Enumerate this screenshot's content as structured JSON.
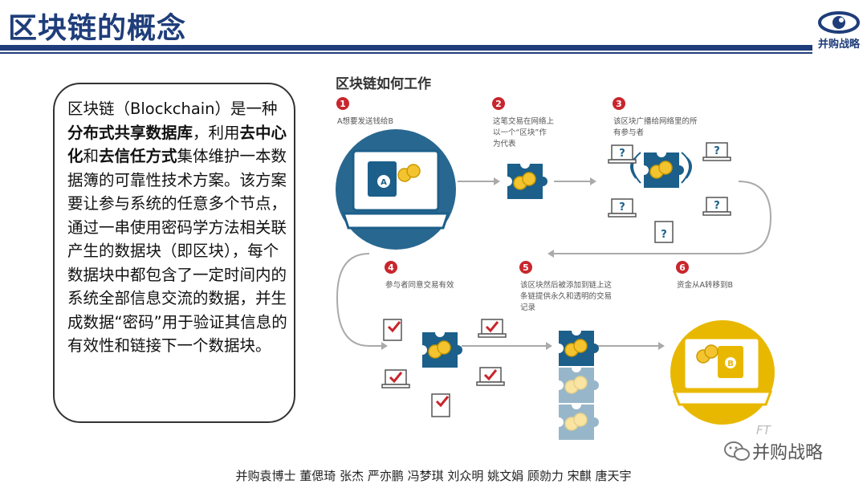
{
  "title": "区块链的概念",
  "logo": {
    "text": "并购战略",
    "icon": "eye-logo-icon"
  },
  "description": {
    "p1": "区块链（Blockchain）是一种",
    "b1": "分布式共享数据库",
    "p2": "，利用",
    "b2": "去中心化",
    "p3": "和",
    "b3": "去信任方式",
    "p4": "集体维护一本数据簿的可靠性技术方案。该方案要让参与系统的任意多个节点，通过一串使用密码学方法相关联产生的数据块（即区块），每个数据块中都包含了一定时间内的系统全部信息交流的数据，并生成数据“密码”用于验证其信息的有效性和链接下一个数据块。"
  },
  "diagram": {
    "title": "区块链如何工作",
    "steps": [
      {
        "num": "1",
        "lines": [
          "A想要发送钱给B"
        ]
      },
      {
        "num": "2",
        "lines": [
          "这笔交易在网络上",
          "以一个“区块”作",
          "为代表"
        ]
      },
      {
        "num": "3",
        "lines": [
          "该区块广播给网络里的所",
          "有参与者"
        ]
      },
      {
        "num": "4",
        "lines": [
          "参与者同意交易有效"
        ]
      },
      {
        "num": "5",
        "lines": [
          "该区块然后被添加到链上这",
          "条链提供永久和透明的交易",
          "记录"
        ]
      },
      {
        "num": "6",
        "lines": [
          "资金从A转移到B"
        ]
      }
    ],
    "label_a": "A",
    "label_b": "B",
    "watermark": "FT"
  },
  "wechat_label": "并购战略",
  "footer": "并购袁博士 董偲琦 张杰 严亦鹏 冯梦琪 刘众明 姚文娟 顾勍力 宋麒 唐天宇",
  "colors": {
    "navy": "#1f3d7a",
    "teal": "#1c5f8a",
    "gold": "#e8b800",
    "red": "#c8262d"
  }
}
